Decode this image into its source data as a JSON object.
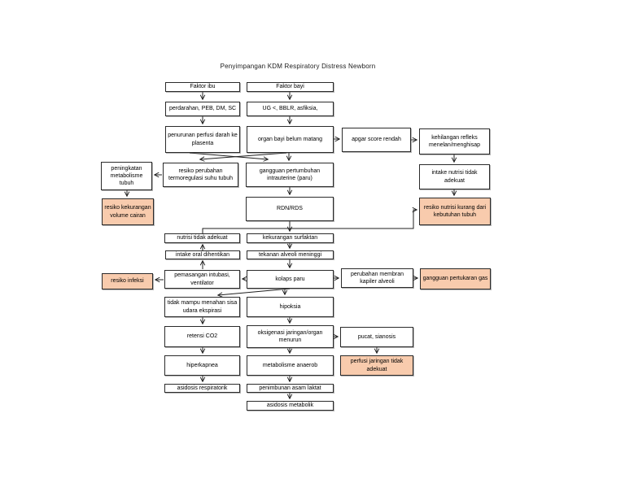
{
  "title": "Penyimpangan KDM Respiratory Distress Newborn",
  "colors": {
    "risk_fill": "#F8CBAD",
    "box_fill": "#FFFFFF",
    "border": "#2B2B2B",
    "line": "#1F1F1F"
  },
  "nodes": {
    "faktor_ibu": {
      "label": "Faktor ibu",
      "risk": false
    },
    "faktor_bayi": {
      "label": "Faktor bayi",
      "risk": false
    },
    "perdarahan": {
      "label": "perdarahan, PEB, DM, SC",
      "risk": false
    },
    "ug_bblr": {
      "label": "UG <, BBLR, asfiksia,",
      "risk": false
    },
    "penurunan_perfusi": {
      "label": "penurunan perfusi darah ke plasenta",
      "risk": false
    },
    "organ_bayi": {
      "label": "organ bayi belum matang",
      "risk": false
    },
    "apgar_rendah": {
      "label": "apgar score rendah",
      "risk": false
    },
    "kehilangan_refleks": {
      "label": "kehilangan refleks menelan/menghisap",
      "risk": false
    },
    "peningkatan_metabolisme": {
      "label": "peningkatan metabolisme tubuh",
      "risk": false
    },
    "resiko_termoregulasi": {
      "label": "resiko perubahan termoregulasi suhu tubuh",
      "risk": false
    },
    "gangguan_pertumbuhan": {
      "label": "gangguan pertumbuhan intrauterine (paru)",
      "risk": false
    },
    "intake_nutrisi_tidak_adekuat": {
      "label": "intake nutrisi tidak adekuat",
      "risk": false
    },
    "resiko_kekurangan_volume": {
      "label": "resiko kekurangan volume cairan",
      "risk": true
    },
    "rdn_rds": {
      "label": "RDN/RDS",
      "risk": false
    },
    "resiko_nutrisi_kurang": {
      "label": "resiko nutrisi kurang dari kebutuhan tubuh",
      "risk": true
    },
    "nutrisi_tidak_adekuat": {
      "label": "nutrisi tidak adekuat",
      "risk": false
    },
    "kekurangan_surfaktan": {
      "label": "kekurangan surfaktan",
      "risk": false
    },
    "intake_oral_dihentikan": {
      "label": "intake oral dihentikan",
      "risk": false
    },
    "tekanan_alveoli": {
      "label": "tekanan alveoli meninggi",
      "risk": false
    },
    "resiko_infeksi": {
      "label": "resiko infeksi",
      "risk": true
    },
    "pemasangan_intubasi": {
      "label": "pemasangan intubasi, ventilator",
      "risk": false
    },
    "kolaps_paru": {
      "label": "kolaps paru",
      "risk": false
    },
    "perubahan_membran": {
      "label": "perubahan membran kapiler alveoli",
      "risk": false
    },
    "gangguan_pertukaran_gas": {
      "label": "gangguan pertukaran gas",
      "risk": true
    },
    "tidak_mampu_menahan": {
      "label": "tidak mampu menahan sisa udara ekspirasi",
      "risk": false
    },
    "hipoksia": {
      "label": "hipoksia",
      "risk": false
    },
    "retensi_co2": {
      "label": "retensi CO2",
      "risk": false
    },
    "oksigenasi_menurun": {
      "label": "oksigenasi jaringan/organ menurun",
      "risk": false
    },
    "pucat_sianosis": {
      "label": "pucat, sianosis",
      "risk": false
    },
    "hiperkapnea": {
      "label": "hiperkapnea",
      "risk": false
    },
    "metabolisme_anaerob": {
      "label": "metabolisme anaerob",
      "risk": false
    },
    "perfusi_jaringan": {
      "label": "perfusi jaringan tidak adekuat",
      "risk": true
    },
    "asidosis_respiratorik": {
      "label": "asidosis respiratorik",
      "risk": false
    },
    "penimbunan_asam_laktat": {
      "label": "penimbunan asam laktat",
      "risk": false
    },
    "asidosis_metabolik": {
      "label": "asidosis metabolik",
      "risk": false
    }
  },
  "edges": [
    {
      "from": "faktor_ibu",
      "to": "perdarahan"
    },
    {
      "from": "faktor_bayi",
      "to": "ug_bblr"
    },
    {
      "from": "perdarahan",
      "to": "penurunan_perfusi"
    },
    {
      "from": "ug_bblr",
      "to": "organ_bayi"
    },
    {
      "from": "organ_bayi",
      "to": "apgar_rendah"
    },
    {
      "from": "apgar_rendah",
      "to": "kehilangan_refleks"
    },
    {
      "from": "kehilangan_refleks",
      "to": "intake_nutrisi_tidak_adekuat"
    },
    {
      "from": "intake_nutrisi_tidak_adekuat",
      "to": "resiko_nutrisi_kurang"
    },
    {
      "from": "penurunan_perfusi",
      "to": "gangguan_pertumbuhan"
    },
    {
      "from": "organ_bayi",
      "to": "resiko_termoregulasi"
    },
    {
      "from": "organ_bayi",
      "to": "gangguan_pertumbuhan"
    },
    {
      "from": "resiko_termoregulasi",
      "to": "peningkatan_metabolisme"
    },
    {
      "from": "peningkatan_metabolisme",
      "to": "resiko_kekurangan_volume"
    },
    {
      "from": "gangguan_pertumbuhan",
      "to": "rdn_rds"
    },
    {
      "from": "rdn_rds",
      "to": "kekurangan_surfaktan"
    },
    {
      "from": "nutrisi_tidak_adekuat",
      "to": "resiko_nutrisi_kurang"
    },
    {
      "from": "kekurangan_surfaktan",
      "to": "tekanan_alveoli"
    },
    {
      "from": "tekanan_alveoli",
      "to": "kolaps_paru"
    },
    {
      "from": "kolaps_paru",
      "to": "pemasangan_intubasi"
    },
    {
      "from": "pemasangan_intubasi",
      "to": "resiko_infeksi"
    },
    {
      "from": "pemasangan_intubasi",
      "to": "intake_oral_dihentikan"
    },
    {
      "from": "intake_oral_dihentikan",
      "to": "nutrisi_tidak_adekuat"
    },
    {
      "from": "kolaps_paru",
      "to": "perubahan_membran"
    },
    {
      "from": "perubahan_membran",
      "to": "gangguan_pertukaran_gas"
    },
    {
      "from": "kolaps_paru",
      "to": "hipoksia"
    },
    {
      "from": "kolaps_paru",
      "to": "tidak_mampu_menahan"
    },
    {
      "from": "tidak_mampu_menahan",
      "to": "retensi_co2"
    },
    {
      "from": "hipoksia",
      "to": "oksigenasi_menurun"
    },
    {
      "from": "retensi_co2",
      "to": "hiperkapnea"
    },
    {
      "from": "oksigenasi_menurun",
      "to": "pucat_sianosis"
    },
    {
      "from": "oksigenasi_menurun",
      "to": "metabolisme_anaerob"
    },
    {
      "from": "pucat_sianosis",
      "to": "perfusi_jaringan"
    },
    {
      "from": "hiperkapnea",
      "to": "asidosis_respiratorik"
    },
    {
      "from": "metabolisme_anaerob",
      "to": "penimbunan_asam_laktat"
    },
    {
      "from": "penimbunan_asam_laktat",
      "to": "asidosis_metabolik"
    }
  ]
}
